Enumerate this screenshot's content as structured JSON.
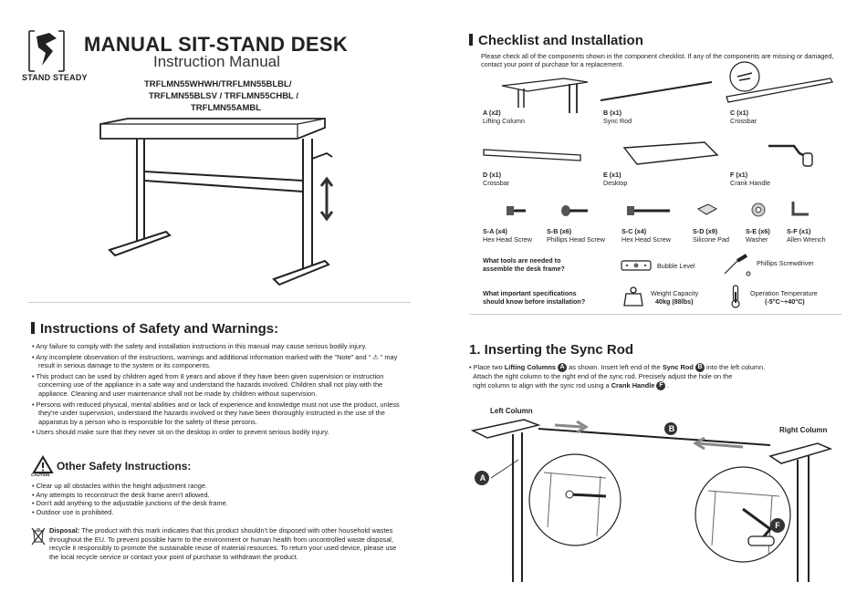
{
  "brand": {
    "logo_text": "STAND STEADY"
  },
  "header": {
    "title": "MANUAL SIT-STAND DESK",
    "subtitle": "Instruction Manual",
    "models": [
      "TRFLMN55WHWH/TRFLMN55BLBL/",
      "TRFLMN55BLSV / TRFLMN55CHBL /",
      "TRFLMN55AMBL"
    ]
  },
  "safety": {
    "heading": "Instructions of Safety and Warnings:",
    "items": [
      "• Any failure to comply with the safety and installation instructions in this manual may cause serious bodily injury.",
      "• Any incomplete observation of the instructions, warnings and additional information marked with the “Note” and “ ⚠ ” may result in serious damage to the system or its components.",
      "• This product can be used by children aged from 8 years and above if they have been given supervision or instruction concerning use of the appliance in a safe way and understand the hazards involved. Children shall not play with the appliance. Cleaning and user maintenance shall not be made by children without supervision.",
      "• Persons with reduced physical, mental abilities and or lack of experience and knowledge must not use the product, unless they're under supervision, understand the hazards involved or they have been thoroughly instructed in the use of the apparatus by a person who is responsible for the safety of these persons.",
      "• Users should make sure that they never sit on the desktop in order to prevent serious bodily injury."
    ],
    "caution_label": "CAUTION",
    "other_heading": "Other Safety Instructions:",
    "other_items": [
      "• Clear up all obstacles within the height adjustment range.",
      "• Any attempts to reconstruct the desk frame aren't allowed.",
      "• Don't add anything to the adjustable junctions of the desk frame.",
      "• Outdoor use is prohibited."
    ],
    "disposal_label": "Disposal:",
    "disposal_text": " The product with this mark indicates that this product shouldn't be disposed with other household wastes throughout the EU. To prevent possible harm to the environment or human health from uncontrolled waste disposal, recycle it responsibly to promote the sustainable reuse of material resources. To return your used device, please use the local recycle service or contact your point of purchase to withdrawn the product."
  },
  "checklist": {
    "heading": "Checklist and Installation",
    "intro": "Please check all of the components shown in the component checklist. If any of the components are missing or damaged, contact your point of purchase for a replacement.",
    "parts": [
      {
        "code": "A (x2)",
        "name": "Lifting Column"
      },
      {
        "code": "B (x1)",
        "name": "Sync Rod"
      },
      {
        "code": "C (x1)",
        "name": "Crossbar"
      },
      {
        "code": "D (x1)",
        "name": "Crossbar"
      },
      {
        "code": "E (x1)",
        "name": "Desktop"
      },
      {
        "code": "F (x1)",
        "name": "Crank Handle"
      }
    ],
    "screws": [
      {
        "code": "S-A (x4)",
        "name": "Hex Head Screw"
      },
      {
        "code": "S-B (x6)",
        "name": "Phillips Head Screw"
      },
      {
        "code": "S-C (x4)",
        "name": "Hex Head Screw"
      },
      {
        "code": "S-D (x9)",
        "name": "Silicone Pad"
      },
      {
        "code": "S-E (x6)",
        "name": "Washer"
      },
      {
        "code": "S-F (x1)",
        "name": "Allen Wrench"
      }
    ],
    "tools_q": "What tools are needed to assemble the desk frame?",
    "tool1": "Bubble Level",
    "tool2": "Phillips Screwdriver",
    "spec_q": "What important specifications should know before installation?",
    "cap_label": "Weight Capacity",
    "cap_value": "40kg (88lbs)",
    "temp_label": "Operation Temperature",
    "temp_value": "(-5°C~+40°C)"
  },
  "step1": {
    "heading": "1. Inserting the Sync Rod",
    "t1": "• Place two ",
    "b1": "Lifting Columns",
    "t2": " as shown. Insert left end of the ",
    "b2": "Sync Rod",
    "t3": " into the left column.",
    "line2": "Attach the right column to the right end of the sync rod. Precisely adjust the hole on the",
    "t4": "right column to align with the sync rod using a ",
    "b3": "Crank Handle",
    "t5": " .",
    "badge_a": "A",
    "badge_b": "B",
    "badge_f": "F",
    "left_col": "Left Column",
    "right_col": "Right Column"
  }
}
